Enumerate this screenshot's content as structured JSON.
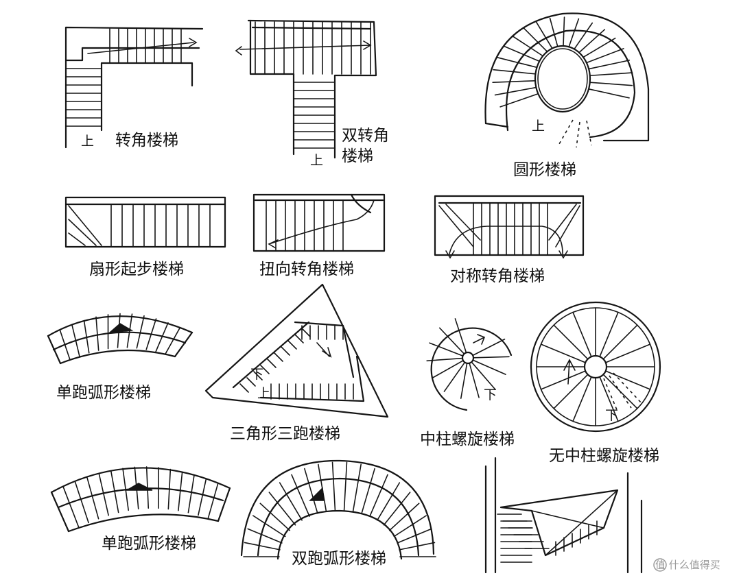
{
  "labels": {
    "corner": "转角楼梯",
    "double_corner": [
      "双转角",
      "楼梯"
    ],
    "circular": "圆形楼梯",
    "fan_start": "扇形起步楼梯",
    "twist_corner": "扭向转角楼梯",
    "symmetric_corner": "对称转角楼梯",
    "single_arc_1": "单跑弧形楼梯",
    "triangle": "三角形三跑楼梯",
    "center_spiral": "中柱螺旋楼梯",
    "no_center_spiral": "无中柱螺旋楼梯",
    "single_arc_2": "单跑弧形楼梯",
    "double_arc": "双跑弧形楼梯"
  },
  "marks": {
    "up": "上",
    "down": "下"
  },
  "watermark": "值 什么值得买",
  "colors": {
    "ink": "#151515",
    "paper": "#ffffff",
    "watermark": "#9a9a9a"
  }
}
